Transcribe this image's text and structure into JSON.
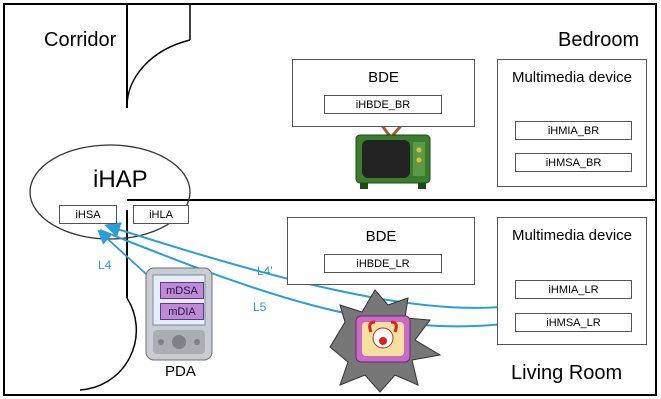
{
  "rooms": {
    "corridor": "Corridor",
    "bedroom": "Bedroom",
    "living_room": "Living Room"
  },
  "ihap": {
    "label": "iHAP",
    "hsa": "iHSA",
    "hla": "iHLA"
  },
  "bedroom_bde": {
    "title": "BDE",
    "agent": "iHBDE_BR"
  },
  "bedroom_media": {
    "title": "Multimedia device",
    "agents": [
      "iHMIA_BR",
      "iHMSA_BR"
    ]
  },
  "living_bde": {
    "title": "BDE",
    "agent": "iHBDE_LR"
  },
  "living_media": {
    "title": "Multimedia device",
    "agents": [
      "iHMIA_LR",
      "iHMSA_LR"
    ]
  },
  "pda": {
    "label": "PDA",
    "agents": [
      "mDSA",
      "mDIA"
    ]
  },
  "links": {
    "l4": "L4",
    "l4p": "L4'",
    "l5": "L5"
  },
  "colors": {
    "link": "#2a9ed8",
    "agent_fill": "#c08ad6"
  },
  "icons": [
    "tv-icon",
    "broken-tv-icon",
    "pda-icon"
  ]
}
